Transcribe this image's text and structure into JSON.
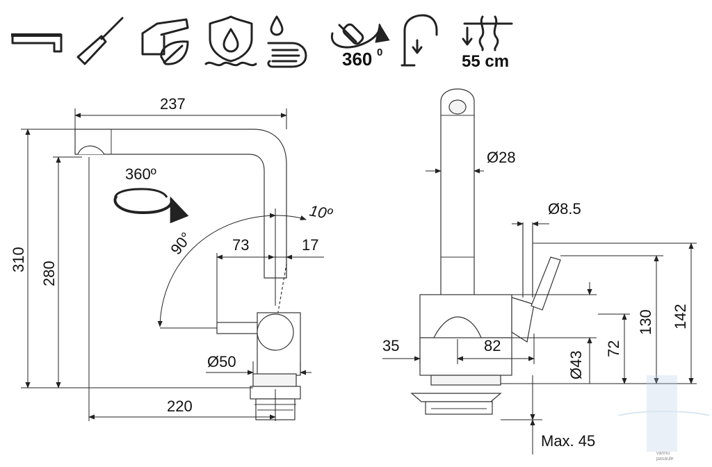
{
  "icons": [
    {
      "name": "spout-icon"
    },
    {
      "name": "screwdriver-icon"
    },
    {
      "name": "eco-mixer-leaf-icon"
    },
    {
      "name": "water-drop-shield-icon"
    },
    {
      "name": "hand-drop-icon"
    },
    {
      "name": "rotation-360-icon",
      "caption": "360",
      "sup": "0"
    },
    {
      "name": "gooseneck-spout-icon"
    },
    {
      "name": "pull-out-hose-icon",
      "caption": "55 cm"
    }
  ],
  "side_view": {
    "dim_237": "237",
    "rotation": "360º",
    "dim_310": "310",
    "dim_280": "280",
    "angle_90": "90°",
    "angle_10": "10º",
    "dim_73": "73",
    "dim_17": "17",
    "dim_50": "Ø50",
    "dim_220": "220"
  },
  "front_view": {
    "dim_28": "Ø28",
    "dim_85": "Ø8.5",
    "dim_35": "35",
    "dim_82": "82",
    "dim_43": "Ø43",
    "dim_72": "72",
    "dim_130": "130",
    "dim_142": "142",
    "max_45": "Max. 45"
  },
  "watermark": {
    "line1": "vannu",
    "line2": "pasaule"
  },
  "colors": {
    "line": "#222222",
    "watermark": "#b8cfe6"
  }
}
